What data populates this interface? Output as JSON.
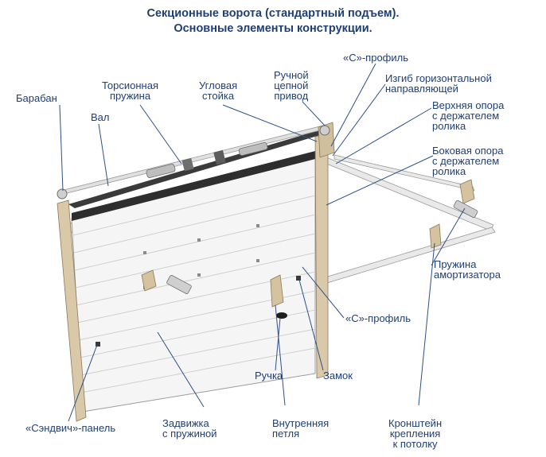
{
  "title": {
    "line1": "Секционные ворота (стандартный подъем).",
    "line2": "Основные элементы конструкции."
  },
  "labels": {
    "baraban": "Барабан",
    "val": "Вал",
    "torsion": [
      "Торсионная",
      "пружина"
    ],
    "uglovaya": [
      "Угловая",
      "стойка"
    ],
    "ruchnoy": [
      "Ручной",
      "цепной",
      "привод"
    ],
    "c_profile_top": "«С»-профиль",
    "izgib": [
      "Изгиб горизонтальной",
      "направляющей"
    ],
    "verhnyaya": [
      "Верхняя опора",
      "с держателем",
      "ролика"
    ],
    "bokovaya": [
      "Боковая опора",
      "с держателем",
      "ролика"
    ],
    "pruzhina_amort": [
      "Пружина",
      "амортизатора"
    ],
    "c_profile_bottom": "«С»-профиль",
    "ruchka": "Ручка",
    "zamok": "Замок",
    "sandwich": "«Сэндвич»-панель",
    "zadvizhka": [
      "Задвижка",
      "с пружиной"
    ],
    "petlya": [
      "Внутренняя",
      "петля"
    ],
    "kronshtein": [
      "Кронштейн",
      "крепления",
      "к потолку"
    ]
  },
  "colors": {
    "text": "#1f3f73",
    "leader": "#2d4f86",
    "frame": "#d8c8a8",
    "frame_edge": "#8a7a5c",
    "panel": "#f4f4f4",
    "panel_line": "#c9c9c9",
    "rail": "#e2e2e2"
  }
}
